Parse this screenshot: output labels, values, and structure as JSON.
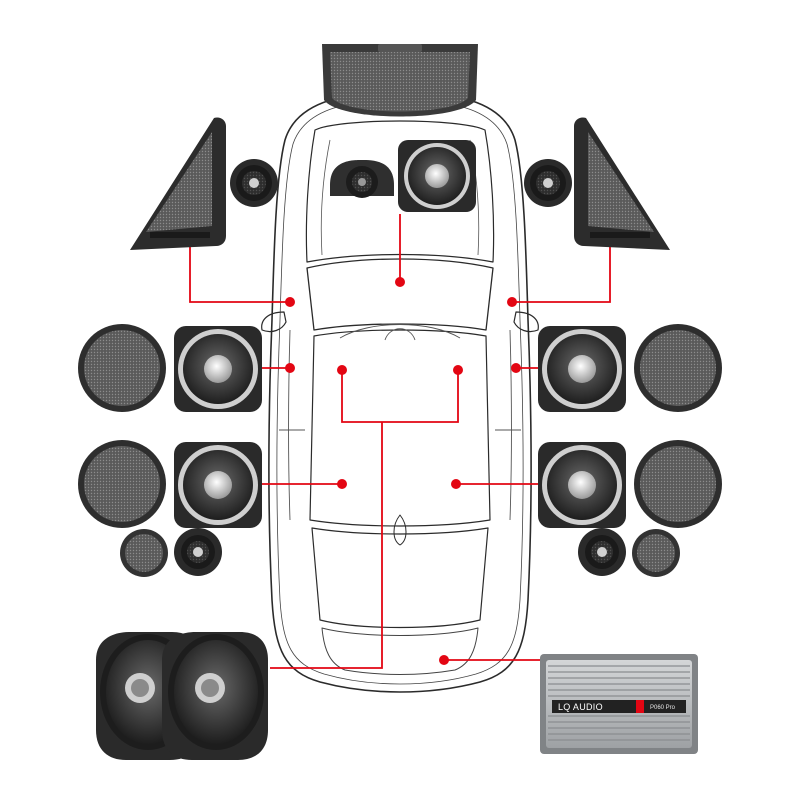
{
  "diagram": {
    "background": "#ffffff",
    "accent_color": "#e30613",
    "outline_color": "#2b2b2b",
    "component_color": "#3a3a3a",
    "amplifier": {
      "brand": "LQ AUDIO",
      "model": "P060 Pro",
      "color": "#b9bcbf"
    },
    "components": [
      "center-dash-speaker-grille",
      "center-tweeter",
      "center-midrange",
      "front-left-tweeter-pod",
      "front-left-tweeter",
      "front-right-tweeter-pod",
      "front-right-tweeter",
      "front-left-door-grille",
      "front-left-door-woofer",
      "front-right-door-woofer",
      "front-right-door-grille",
      "rear-left-door-grille",
      "rear-left-door-woofer",
      "rear-right-door-woofer",
      "rear-right-door-grille",
      "rear-left-tweeter-grille",
      "rear-left-tweeter",
      "rear-right-tweeter",
      "rear-right-tweeter-grille",
      "underseat-subwoofer-left",
      "underseat-subwoofer-right",
      "amplifier"
    ]
  }
}
